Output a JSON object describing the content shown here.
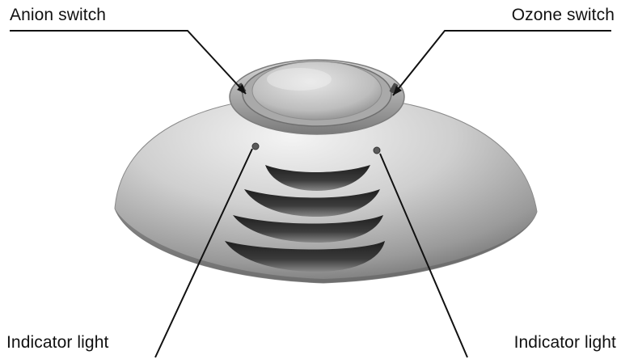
{
  "labels": {
    "anion_switch": "Anion switch",
    "ozone_switch": "Ozone switch",
    "indicator_light_left": "Indicator light",
    "indicator_light_right": "Indicator light"
  },
  "colors": {
    "leader_line": "#111111",
    "body_light": "#eeeeee",
    "body_mid": "#b8b8b8",
    "body_dark": "#6a6a6a",
    "vent_dark": "#2a2a2a"
  }
}
